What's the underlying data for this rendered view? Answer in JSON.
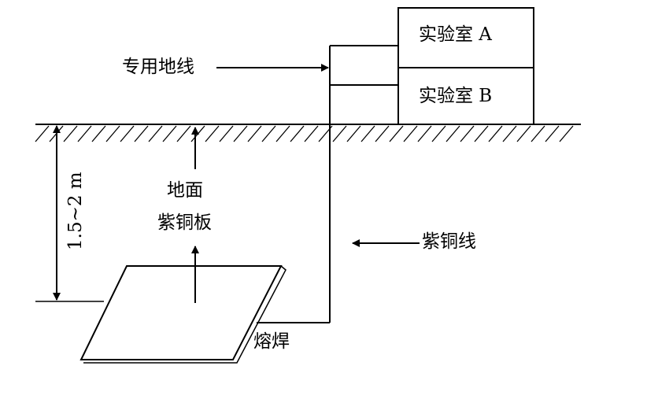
{
  "labels": {
    "lab_a": "实验室 A",
    "lab_b": "实验室 B",
    "dedicated_ground_wire": "专用地线",
    "ground_surface": "地面",
    "copper_plate": "紫铜板",
    "copper_wire": "紫铜线",
    "weld": "熔焊",
    "depth": "1.5~2 m"
  }
}
